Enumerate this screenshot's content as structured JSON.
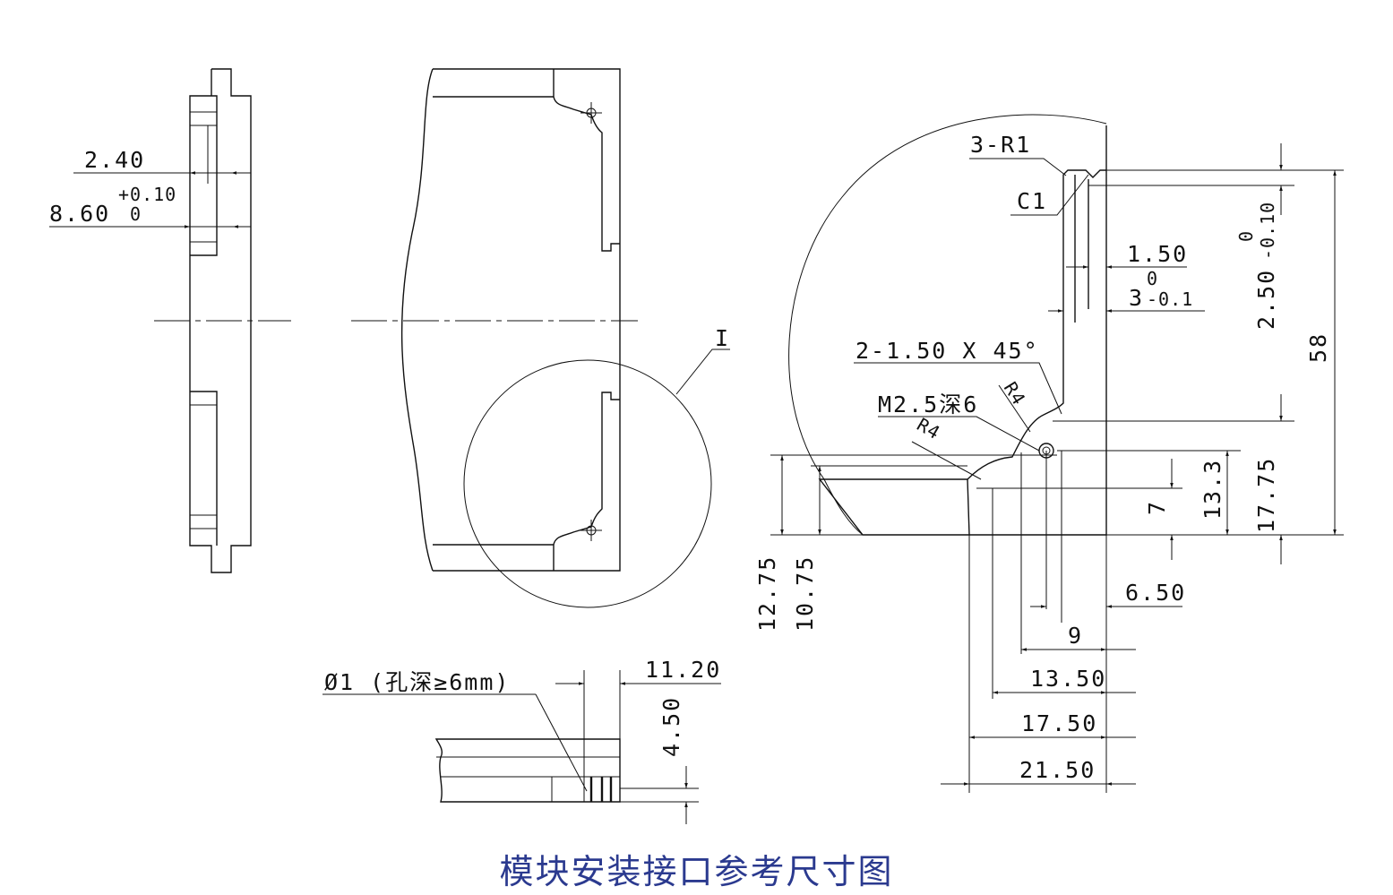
{
  "caption": "模块安装接口参考尺寸图",
  "side_view": {
    "dim_width": "2.40",
    "dim_depth": "8.60",
    "tol_upper": "+0.10",
    "tol_lower": "0"
  },
  "front_view": {
    "detail_label": "I"
  },
  "bottom_view": {
    "hole_note": "Ø1 (孔深≥6mm)",
    "dim_offset": "11.20",
    "dim_height": "4.50"
  },
  "detail_view": {
    "radius_note": "3-R1",
    "chamfer_note": "C1",
    "chamfer_note_2": "2-1.50 X 45°",
    "thread_note": "M2.5深6",
    "r4_upper": "R4",
    "r4_lower": "R4",
    "dim_1_50": "1.50",
    "dim_3": "3",
    "tol_3_upper": "0",
    "tol_3_lower": "-0.1",
    "dim_2_50": "2.50",
    "tol_2_50_upper": "0",
    "tol_2_50_lower": "-0.10",
    "dim_58": "58",
    "dim_7": "7",
    "dim_13_3": "13.3",
    "dim_17_75": "17.75",
    "dim_12_75": "12.75",
    "dim_10_75": "10.75",
    "dim_6_50": "6.50",
    "dim_9": "9",
    "dim_13_50": "13.50",
    "dim_17_50": "17.50",
    "dim_21_50": "21.50"
  }
}
